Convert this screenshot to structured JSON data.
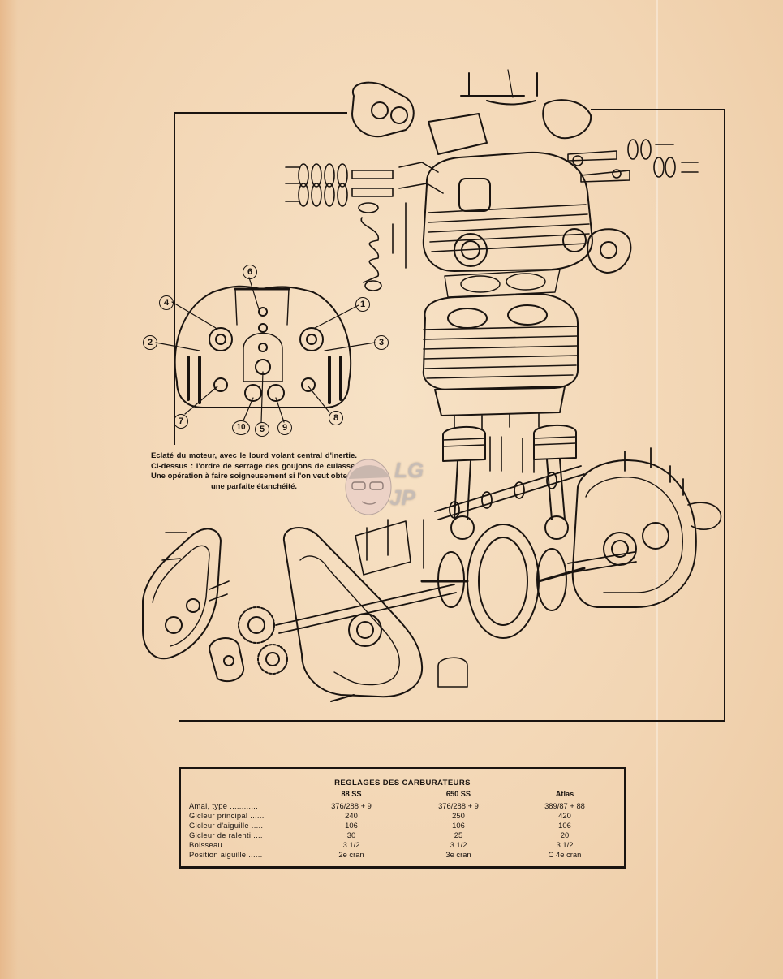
{
  "caption": "Eclaté du moteur, avec le lourd volant central d'inertie. Ci-dessus : l'ordre de serrage des goujons de culasse. Une opération à faire soigneusement si l'on veut obtenir une parfaite étanchéité.",
  "watermark": {
    "line1": "LG",
    "line2": "JP"
  },
  "tightening_numbers": [
    "1",
    "2",
    "3",
    "4",
    "5",
    "6",
    "7",
    "8",
    "9",
    "10"
  ],
  "table": {
    "title": "REGLAGES DES CARBURATEURS",
    "columns": [
      "88 SS",
      "650 SS",
      "Atlas"
    ],
    "rows": [
      {
        "label": "Amal, type ............",
        "values": [
          "376/288 + 9",
          "376/288 + 9",
          "389/87 + 88"
        ]
      },
      {
        "label": "Gicleur principal ......",
        "values": [
          "240",
          "250",
          "420"
        ]
      },
      {
        "label": "Gicleur d'aiguille .....",
        "values": [
          "106",
          "106",
          "106"
        ]
      },
      {
        "label": "Gicleur de ralenti ....",
        "values": [
          "30",
          "25",
          "20"
        ]
      },
      {
        "label": "Boisseau ...............",
        "values": [
          "3 1/2",
          "3 1/2",
          "3 1/2"
        ]
      },
      {
        "label": "Position aiguille ......",
        "values": [
          "2e cran",
          "3e cran",
          "C 4e cran"
        ]
      }
    ]
  }
}
